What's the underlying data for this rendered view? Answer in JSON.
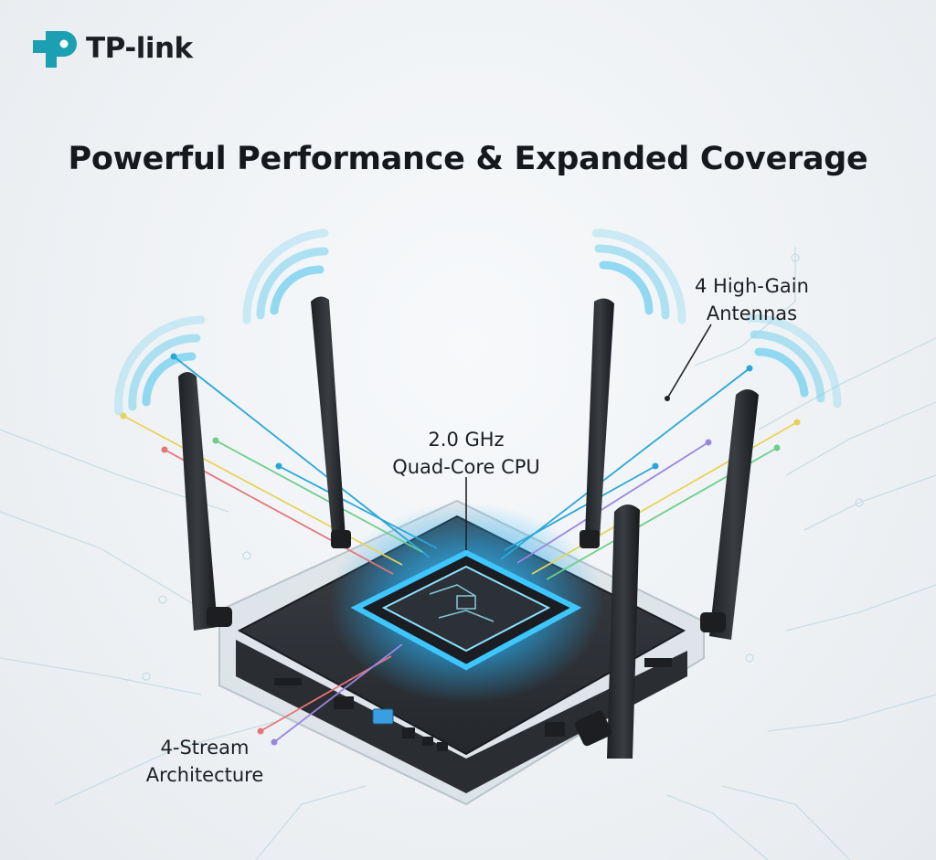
{
  "brand": {
    "name": "TP-link",
    "color": "#1aa0b0"
  },
  "headline": "Powerful Performance & Expanded Coverage",
  "callouts": {
    "antennas": {
      "line1": "4 High-Gain",
      "line2": "Antennas"
    },
    "cpu": {
      "line1": "2.0 GHz",
      "line2": "Quad-Core CPU"
    },
    "streams": {
      "line1": "4-Stream",
      "line2": "Architecture"
    }
  },
  "icons": [
    "tp-link-logo-icon",
    "wifi-signal-icon",
    "router-icon",
    "cpu-chip-icon",
    "ethernet-port-icon"
  ],
  "colors": {
    "accent_chip": "#27b6ff",
    "trace_blue": "#2aa7d8",
    "trace_yellow": "#e6d35a",
    "trace_green": "#6ccf8a",
    "trace_red": "#e6757a",
    "trace_purple": "#9a86e0",
    "wifi_arc": "#7fd3ee"
  }
}
